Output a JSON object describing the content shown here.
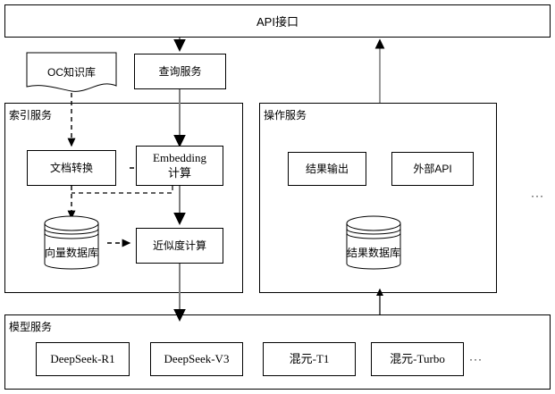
{
  "diagram": {
    "title": "API接口",
    "api_bar": {
      "label": "API接口"
    },
    "top_nodes": [
      {
        "id": "oc-knowledge-base",
        "label": "OC知识库",
        "shape": "document"
      },
      {
        "id": "query-service",
        "label": "查询服务",
        "shape": "rect"
      }
    ],
    "containers": [
      {
        "id": "index-service",
        "label": "索引服务",
        "nodes": [
          {
            "id": "doc-convert",
            "label": "文档转换",
            "shape": "rect"
          },
          {
            "id": "embedding-compute",
            "label": "Embedding\n计算",
            "shape": "rect"
          },
          {
            "id": "vector-database",
            "label": "向量数据库",
            "shape": "cylinder"
          },
          {
            "id": "similarity-compute",
            "label": "近似度计算",
            "shape": "rect"
          }
        ]
      },
      {
        "id": "operation-service",
        "label": "操作服务",
        "nodes": [
          {
            "id": "result-output",
            "label": "结果输出",
            "shape": "rect"
          },
          {
            "id": "external-api",
            "label": "外部API",
            "shape": "rect"
          },
          {
            "id": "result-database",
            "label": "结果数据库",
            "shape": "cylinder"
          }
        ]
      },
      {
        "id": "model-service",
        "label": "模型服务",
        "nodes": [
          {
            "id": "deepseek-r1",
            "label": "DeepSeek-R1",
            "shape": "rect"
          },
          {
            "id": "deepseek-v3",
            "label": "DeepSeek-V3",
            "shape": "rect"
          },
          {
            "id": "hunyuan-t1",
            "label": "混元-T1",
            "shape": "rect"
          },
          {
            "id": "hunyuan-turbo",
            "label": "混元-Turbo",
            "shape": "rect"
          }
        ]
      }
    ],
    "ellipsis_marks": [
      {
        "id": "right-ellipsis",
        "label": "···"
      },
      {
        "id": "model-ellipsis",
        "label": "···"
      }
    ],
    "colors": {
      "stroke": "#000000",
      "flow_arrow": "#808080",
      "background": "#ffffff"
    }
  }
}
